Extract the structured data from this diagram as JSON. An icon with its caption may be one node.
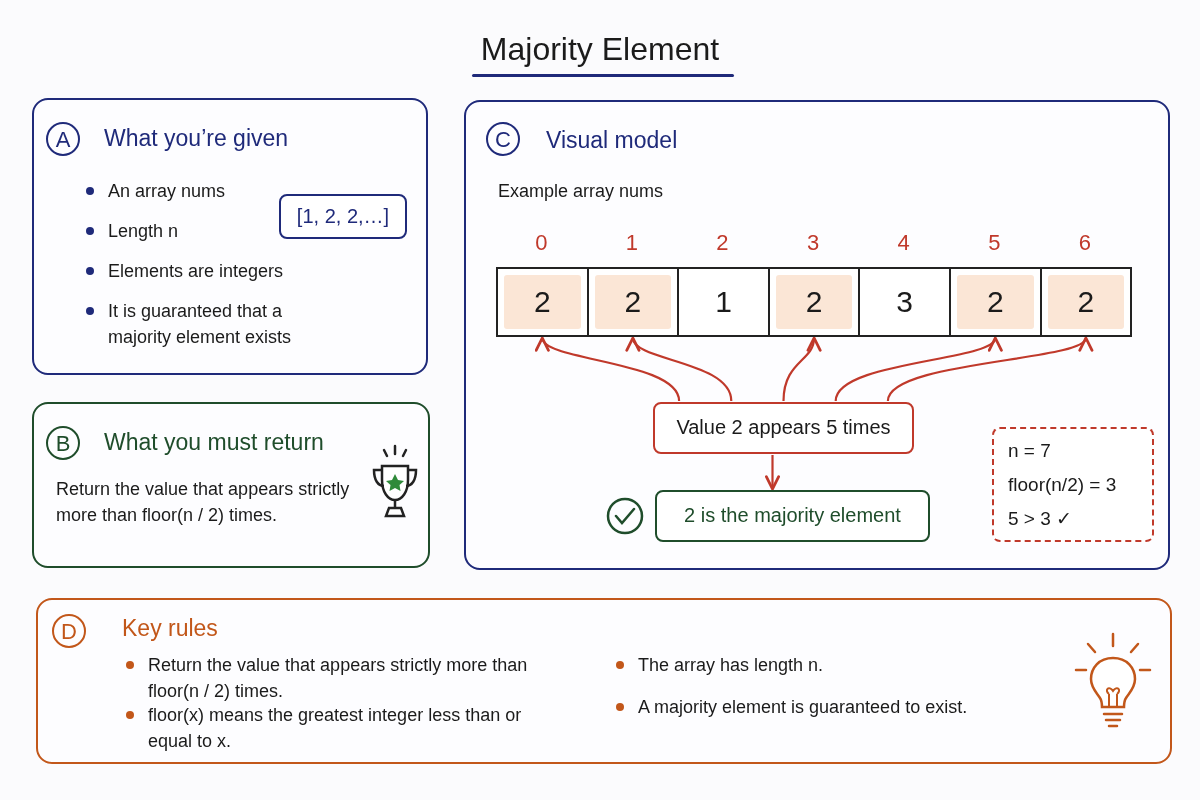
{
  "diagram": {
    "title": "Majority Element",
    "nodes": [
      {
        "text": [
          "A",
          "What you’re given",
          "An array nums",
          "Length n",
          "Elements are integers",
          "It is guaranteed that a majority element exists"
        ]
      },
      {
        "text": [
          "[1, 2, 2,…]"
        ],
        "in": 0
      },
      {
        "text": [
          "B",
          "What you must return",
          "Return the value that appears strictly more than floor(n / 2) times."
        ]
      },
      {
        "text": [
          "C",
          "Visual model",
          "Example array nums"
        ]
      },
      {
        "text": [
          "2"
        ],
        "in": 3,
        "beside": [
          "0"
        ]
      },
      {
        "text": [
          "2"
        ],
        "in": 3,
        "beside": [
          "1"
        ]
      },
      {
        "text": [
          "1"
        ],
        "in": 3,
        "beside": [
          "2"
        ]
      },
      {
        "text": [
          "2"
        ],
        "in": 3,
        "beside": [
          "3"
        ]
      },
      {
        "text": [
          "3"
        ],
        "in": 3,
        "beside": [
          "4"
        ]
      },
      {
        "text": [
          "2"
        ],
        "in": 3,
        "beside": [
          "5"
        ]
      },
      {
        "text": [
          "2"
        ],
        "in": 3,
        "beside": [
          "6"
        ]
      },
      {
        "text": [
          "Value 2 appears 5 times"
        ],
        "in": 3
      },
      {
        "text": [
          "2 is the majority element"
        ],
        "in": 3
      },
      {
        "text": [
          "n = 7",
          "floor(n/2) = 3",
          "5 > 3 ✓"
        ],
        "in": 3
      },
      {
        "text": [
          "D",
          "Key rules",
          "Return the value that appears strictly more than floor(n / 2) times.",
          "floor(x) means the greatest integer less than or equal to x.",
          "The array has length n.",
          "A majority element is guaranteed to exist."
        ]
      }
    ],
    "edges": [
      {
        "from": 11,
        "to": 4,
        "arrow": "to"
      },
      {
        "from": 11,
        "to": 5,
        "arrow": "to"
      },
      {
        "from": 11,
        "to": 7,
        "arrow": "to"
      },
      {
        "from": 11,
        "to": 9,
        "arrow": "to"
      },
      {
        "from": 11,
        "to": 10,
        "arrow": "to"
      },
      {
        "from": 11,
        "to": 12,
        "arrow": "to"
      }
    ]
  }
}
